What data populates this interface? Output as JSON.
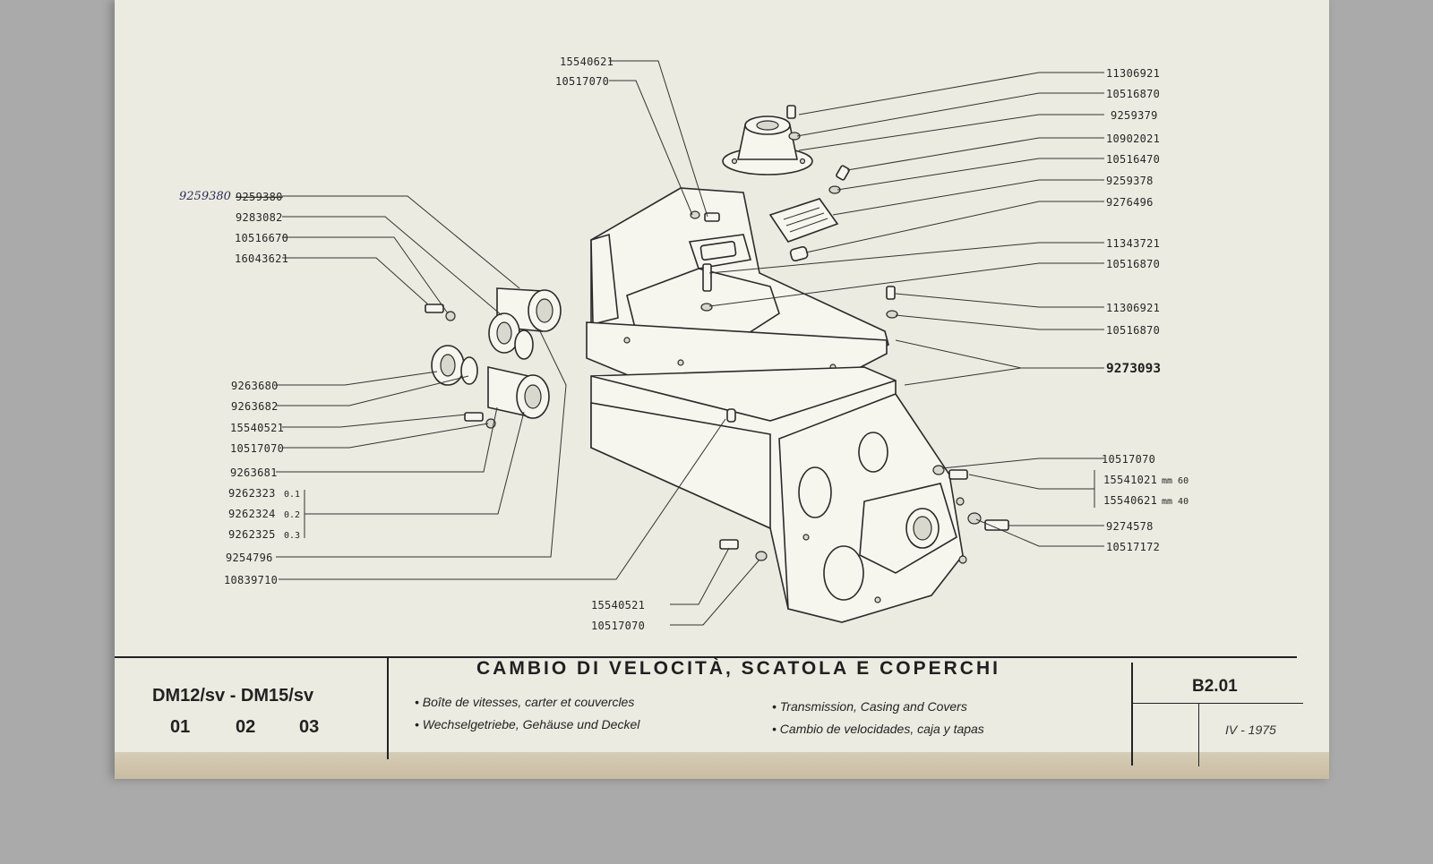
{
  "labels_left": {
    "l1_handwritten": "9259380",
    "l1_struck": "9259380",
    "l2": "9283082",
    "l3": "10516670",
    "l4": "16043621",
    "l5": "9263680",
    "l6": "9263682",
    "l7": "15540521",
    "l8": "10517070",
    "l9": "9263681",
    "l10": "9262323",
    "l10_sfx": "0.1",
    "l11": "9262324",
    "l11_sfx": "0.2",
    "l12": "9262325",
    "l12_sfx": "0.3",
    "l13": "9254796",
    "l14": "10839710"
  },
  "labels_top": {
    "t1": "15540621",
    "t2": "10517070"
  },
  "labels_right": {
    "r1": "11306921",
    "r2": "10516870",
    "r3": "9259379",
    "r4": "10902021",
    "r5": "10516470",
    "r6": "9259378",
    "r7": "9276496",
    "r8": "11343721",
    "r9": "10516870",
    "r10": "11306921",
    "r11": "10516870",
    "r12": "9273093",
    "r13": "10517070",
    "r14": "15541021",
    "r14_sfx": "mm 60",
    "r15": "15540621",
    "r15_sfx": "mm 40",
    "r16": "9274578",
    "r17": "10517172"
  },
  "labels_bottom": {
    "b1": "15540521",
    "b2": "10517070"
  },
  "footer": {
    "models": "DM12/sv - DM15/sv",
    "variants": [
      "01",
      "02",
      "03"
    ],
    "title": "CAMBIO DI VELOCITÀ, SCATOLA E COPERCHI",
    "fr": "• Boîte de vitesses, carter et couvercles",
    "de": "• Wechselgetriebe, Gehäuse und Deckel",
    "en": "• Transmission, Casing and Covers",
    "es": "• Cambio de velocidades, caja y tapas",
    "code": "B2.01",
    "date": "IV - 1975"
  }
}
